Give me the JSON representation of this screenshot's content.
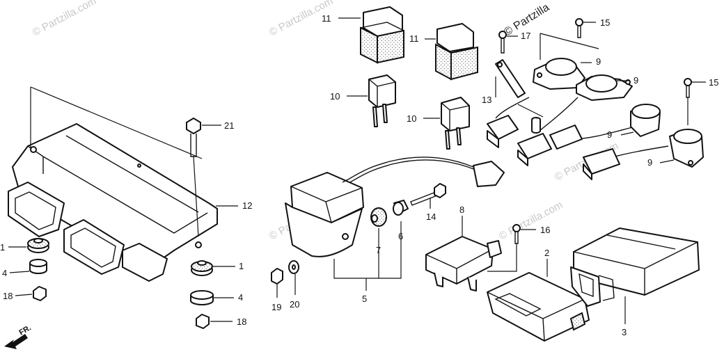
{
  "diagram": {
    "watermark": "© Partzilla.com",
    "watermark_dark": "© Partzilla",
    "direction_label": "FR.",
    "callouts": {
      "c1a": "1",
      "c1b": "1",
      "c2": "2",
      "c3": "3",
      "c4a": "4",
      "c4b": "4",
      "c5": "5",
      "c6": "6",
      "c7": "7",
      "c8": "8",
      "c9a": "9",
      "c9b": "9",
      "c9c": "9",
      "c9d": "9",
      "c10a": "10",
      "c10b": "10",
      "c11a": "11",
      "c11b": "11",
      "c12": "12",
      "c13": "13",
      "c14": "14",
      "c15a": "15",
      "c15b": "15",
      "c16": "16",
      "c17": "17",
      "c18a": "18",
      "c18b": "18",
      "c19": "19",
      "c20": "20",
      "c21": "21"
    }
  }
}
